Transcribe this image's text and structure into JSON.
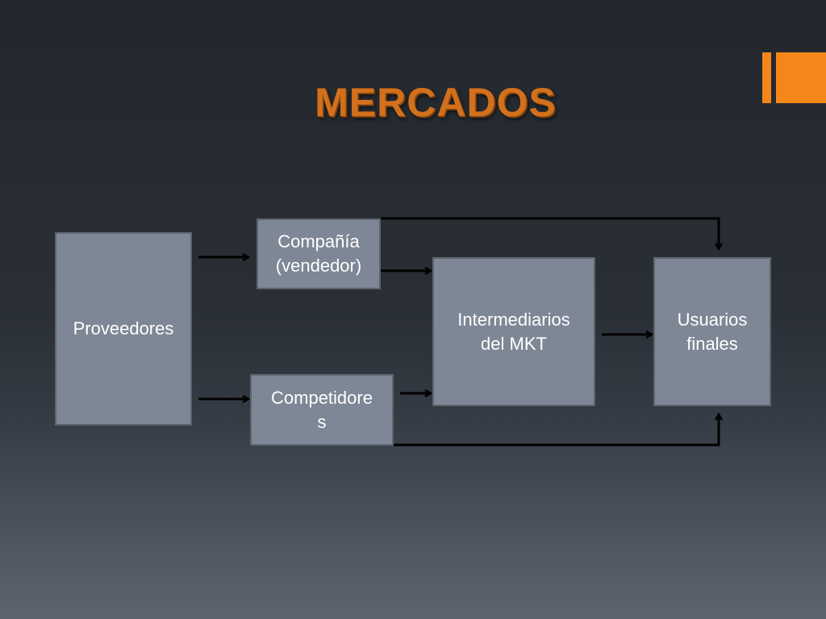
{
  "title": "MERCADOS",
  "colors": {
    "title": "#d3701c",
    "accent": "#f5861a",
    "box_fill": "#7e8795",
    "arrow": "#000000",
    "text": "#ffffff"
  },
  "boxes": {
    "proveedores": [
      "Proveedores"
    ],
    "compania": [
      "Compañía",
      "(vendedor)"
    ],
    "competidores": [
      "Competidore",
      "s"
    ],
    "intermediarios": [
      "Intermediarios",
      "del MKT"
    ],
    "usuarios": [
      "Usuarios",
      "finales"
    ]
  }
}
